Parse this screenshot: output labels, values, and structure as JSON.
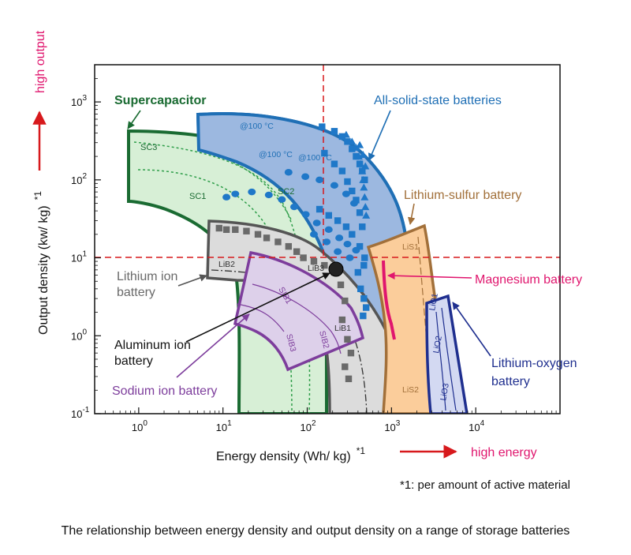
{
  "chart_data": {
    "type": "scatter",
    "xscale": "log",
    "yscale": "log",
    "xlim": [
      0.3,
      100000
    ],
    "ylim": [
      0.1,
      3000
    ],
    "xticks": [
      {
        "value": 1,
        "base": "10",
        "exp": "0"
      },
      {
        "value": 10,
        "base": "10",
        "exp": "1"
      },
      {
        "value": 100,
        "base": "10",
        "exp": "2"
      },
      {
        "value": 1000,
        "base": "10",
        "exp": "3"
      },
      {
        "value": 10000,
        "base": "10",
        "exp": "4"
      }
    ],
    "yticks": [
      {
        "value": 0.1,
        "base": "10",
        "exp": "-1"
      },
      {
        "value": 1,
        "base": "10",
        "exp": "0"
      },
      {
        "value": 10,
        "base": "10",
        "exp": "1"
      },
      {
        "value": 100,
        "base": "10",
        "exp": "2"
      },
      {
        "value": 1000,
        "base": "10",
        "exp": "3"
      }
    ],
    "xlabel": "Energy density (Wh/ kg)",
    "xlabel_note": "*1",
    "ylabel": "Output density (kw/ kg)",
    "ylabel_note": "*1",
    "x_arrow_label": "high energy",
    "y_arrow_label": "high output",
    "reference_lines": {
      "x": 150,
      "y": 10
    },
    "regions": [
      {
        "id": "all-solid-state",
        "label": "All-solid-state batteries",
        "fill": "#9cb8e0",
        "stroke": "#1f6fb5"
      },
      {
        "id": "supercapacitor",
        "label": "Supercapacitor",
        "fill": "#d7efd6",
        "stroke": "#1a6b32"
      },
      {
        "id": "lithium-ion",
        "label": "Lithium ion\nbattery",
        "fill": "#dcdcdc",
        "stroke": "#555555"
      },
      {
        "id": "sodium-ion",
        "label": "Sodium ion battery",
        "fill": "#ddd0ea",
        "stroke": "#7d3d9c"
      },
      {
        "id": "lithium-sulfur",
        "label": "Lithium-sulfur battery",
        "fill": "#fbcd9b",
        "stroke": "#a2703a"
      },
      {
        "id": "lithium-oxygen",
        "label": "Lithium-oxygen\nbattery",
        "fill": "#d3d9f2",
        "stroke": "#1f2f8f"
      },
      {
        "id": "magnesium",
        "label": "Magnesium battery",
        "fill": "none",
        "stroke": "#e0166e"
      },
      {
        "id": "aluminum-ion",
        "label": "Aluminum ion\nbattery",
        "fill": "#222222",
        "stroke": "#000000"
      }
    ],
    "inner_labels": [
      "SC3",
      "SC1",
      "SC2",
      "LiB2",
      "LiB3",
      "LiB1",
      "SIB1",
      "SIB2",
      "SIB3",
      "LiS1",
      "LiS2",
      "LiO1",
      "LiO2",
      "LiO3",
      "@100 °C",
      "@100 °C",
      "@100 °C"
    ],
    "series": [
      {
        "marker": "circle",
        "color": "#1f78c8",
        "points": [
          [
            11,
            60
          ],
          [
            14,
            66
          ],
          [
            22,
            70
          ],
          [
            35,
            64
          ],
          [
            50,
            56
          ],
          [
            70,
            45
          ],
          [
            96,
            36
          ],
          [
            130,
            28
          ],
          [
            180,
            23
          ],
          [
            240,
            18
          ],
          [
            300,
            15
          ],
          [
            380,
            12.5
          ],
          [
            60,
            125
          ],
          [
            95,
            110
          ],
          [
            140,
            100
          ],
          [
            210,
            85
          ],
          [
            290,
            66
          ],
          [
            360,
            50
          ],
          [
            120,
            20
          ],
          [
            170,
            16
          ],
          [
            230,
            12
          ],
          [
            320,
            10
          ]
        ]
      },
      {
        "marker": "square",
        "color": "#1f78c8",
        "points": [
          [
            150,
            480
          ],
          [
            210,
            420
          ],
          [
            260,
            360
          ],
          [
            300,
            310
          ],
          [
            340,
            250
          ],
          [
            380,
            200
          ],
          [
            420,
            160
          ],
          [
            450,
            130
          ],
          [
            480,
            100
          ],
          [
            210,
            160
          ],
          [
            260,
            130
          ],
          [
            300,
            95
          ],
          [
            340,
            72
          ],
          [
            380,
            55
          ],
          [
            420,
            38
          ],
          [
            450,
            25
          ],
          [
            160,
            220
          ],
          [
            140,
            42
          ],
          [
            180,
            35
          ],
          [
            230,
            30
          ],
          [
            290,
            25
          ],
          [
            340,
            20
          ],
          [
            420,
            14
          ],
          [
            480,
            10
          ],
          [
            430,
            4
          ],
          [
            470,
            3
          ],
          [
            500,
            2.3
          ],
          [
            460,
            1.8
          ],
          [
            400,
            6.5
          ],
          [
            470,
            8
          ]
        ]
      },
      {
        "marker": "triangle",
        "color": "#1f78c8",
        "points": [
          [
            290,
            380
          ],
          [
            340,
            310
          ],
          [
            380,
            260
          ],
          [
            410,
            200
          ],
          [
            430,
            160
          ],
          [
            450,
            130
          ],
          [
            460,
            100
          ],
          [
            470,
            80
          ],
          [
            480,
            60
          ],
          [
            490,
            45
          ],
          [
            500,
            35
          ],
          [
            420,
            280
          ],
          [
            460,
            210
          ],
          [
            490,
            150
          ]
        ]
      },
      {
        "marker": "square",
        "color": "#6a6a6a",
        "points": [
          [
            9,
            24
          ],
          [
            11,
            23
          ],
          [
            14,
            23
          ],
          [
            19,
            22
          ],
          [
            26,
            20
          ],
          [
            33,
            18
          ],
          [
            45,
            16
          ],
          [
            60,
            14
          ],
          [
            75,
            12
          ],
          [
            90,
            10
          ],
          [
            120,
            9
          ],
          [
            160,
            8
          ],
          [
            210,
            6.5
          ],
          [
            250,
            4.5
          ],
          [
            280,
            2.8
          ],
          [
            260,
            1.6
          ],
          [
            300,
            0.9
          ],
          [
            330,
            0.6
          ],
          [
            280,
            0.4
          ],
          [
            310,
            0.28
          ]
        ]
      }
    ]
  },
  "annotations": {
    "sc3": "SC3",
    "sc1": "SC1",
    "sc2": "SC2",
    "temp1": "@100 °C",
    "temp2": "@100 °C",
    "temp3": "@100 °C",
    "lib2": "LiB2",
    "lib3": "LiB3",
    "lib1": "LiB1",
    "sib1": "SIB1",
    "sib2": "SIB2",
    "sib3": "SIB3",
    "lis1": "LiS1",
    "lis2": "LiS2",
    "lio1": "LiO1",
    "lio2": "LiO2",
    "lio3": "LiO3"
  },
  "labels": {
    "supercapacitor": "Supercapacitor",
    "all_solid_state": "All-solid-state batteries",
    "lithium_sulfur": "Lithium-sulfur battery",
    "magnesium": "Magnesium battery",
    "lithium_ion_1": "Lithium ion",
    "lithium_ion_2": "battery",
    "aluminum_1": "Aluminum ion",
    "aluminum_2": "battery",
    "sodium_ion": "Sodium ion battery",
    "lithium_oxygen_1": "Lithium-oxygen",
    "lithium_oxygen_2": "battery"
  },
  "footnote": "*1: per amount of active material",
  "caption": "The relationship between energy density and output density on a range of storage batteries",
  "colors": {
    "solid_blue": "#1f6fb5",
    "supercap_green": "#1a6b32",
    "sodium_purple": "#7d3d9c",
    "lis_brown": "#a2703a",
    "lio_navy": "#1f2f8f",
    "magnesium_pink": "#e0166e",
    "accent_red": "#d7191c",
    "grey_text": "#6a6a6a"
  }
}
